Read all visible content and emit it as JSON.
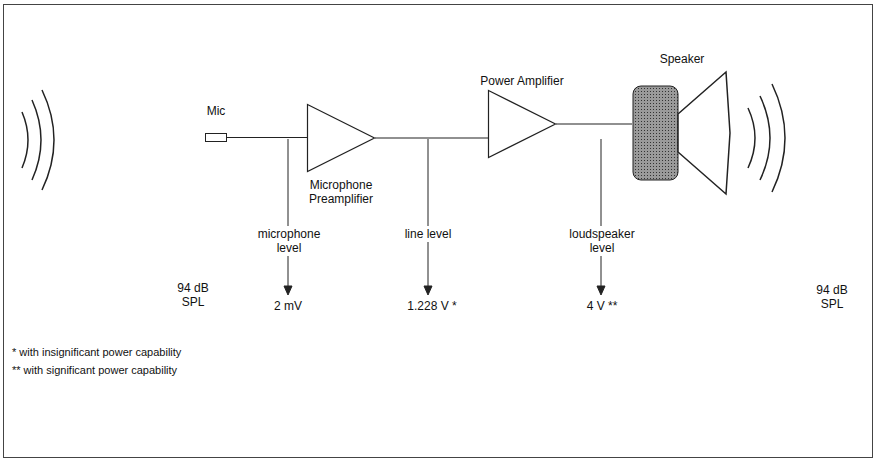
{
  "diagram": {
    "nodes": [
      {
        "text": [
          "Mic"
        ]
      },
      {
        "text": [
          "Microphone Preamplifier"
        ]
      },
      {
        "text": [
          "Power Amplifier"
        ]
      },
      {
        "text": [
          "Speaker"
        ]
      }
    ],
    "edges": [
      {
        "from": 0,
        "to": 1,
        "arrow": "none"
      },
      {
        "from": 1,
        "to": 2,
        "arrow": "none"
      },
      {
        "from": 2,
        "to": 3,
        "arrow": "none"
      }
    ],
    "labels": [
      "microphone level",
      "2 mV",
      "line level",
      "1.228 V *",
      "loudspeaker level",
      "4 V **",
      "94 dB SPL",
      "94 dB SPL",
      "* with insignificant power capability",
      "** with significant power capability"
    ]
  }
}
